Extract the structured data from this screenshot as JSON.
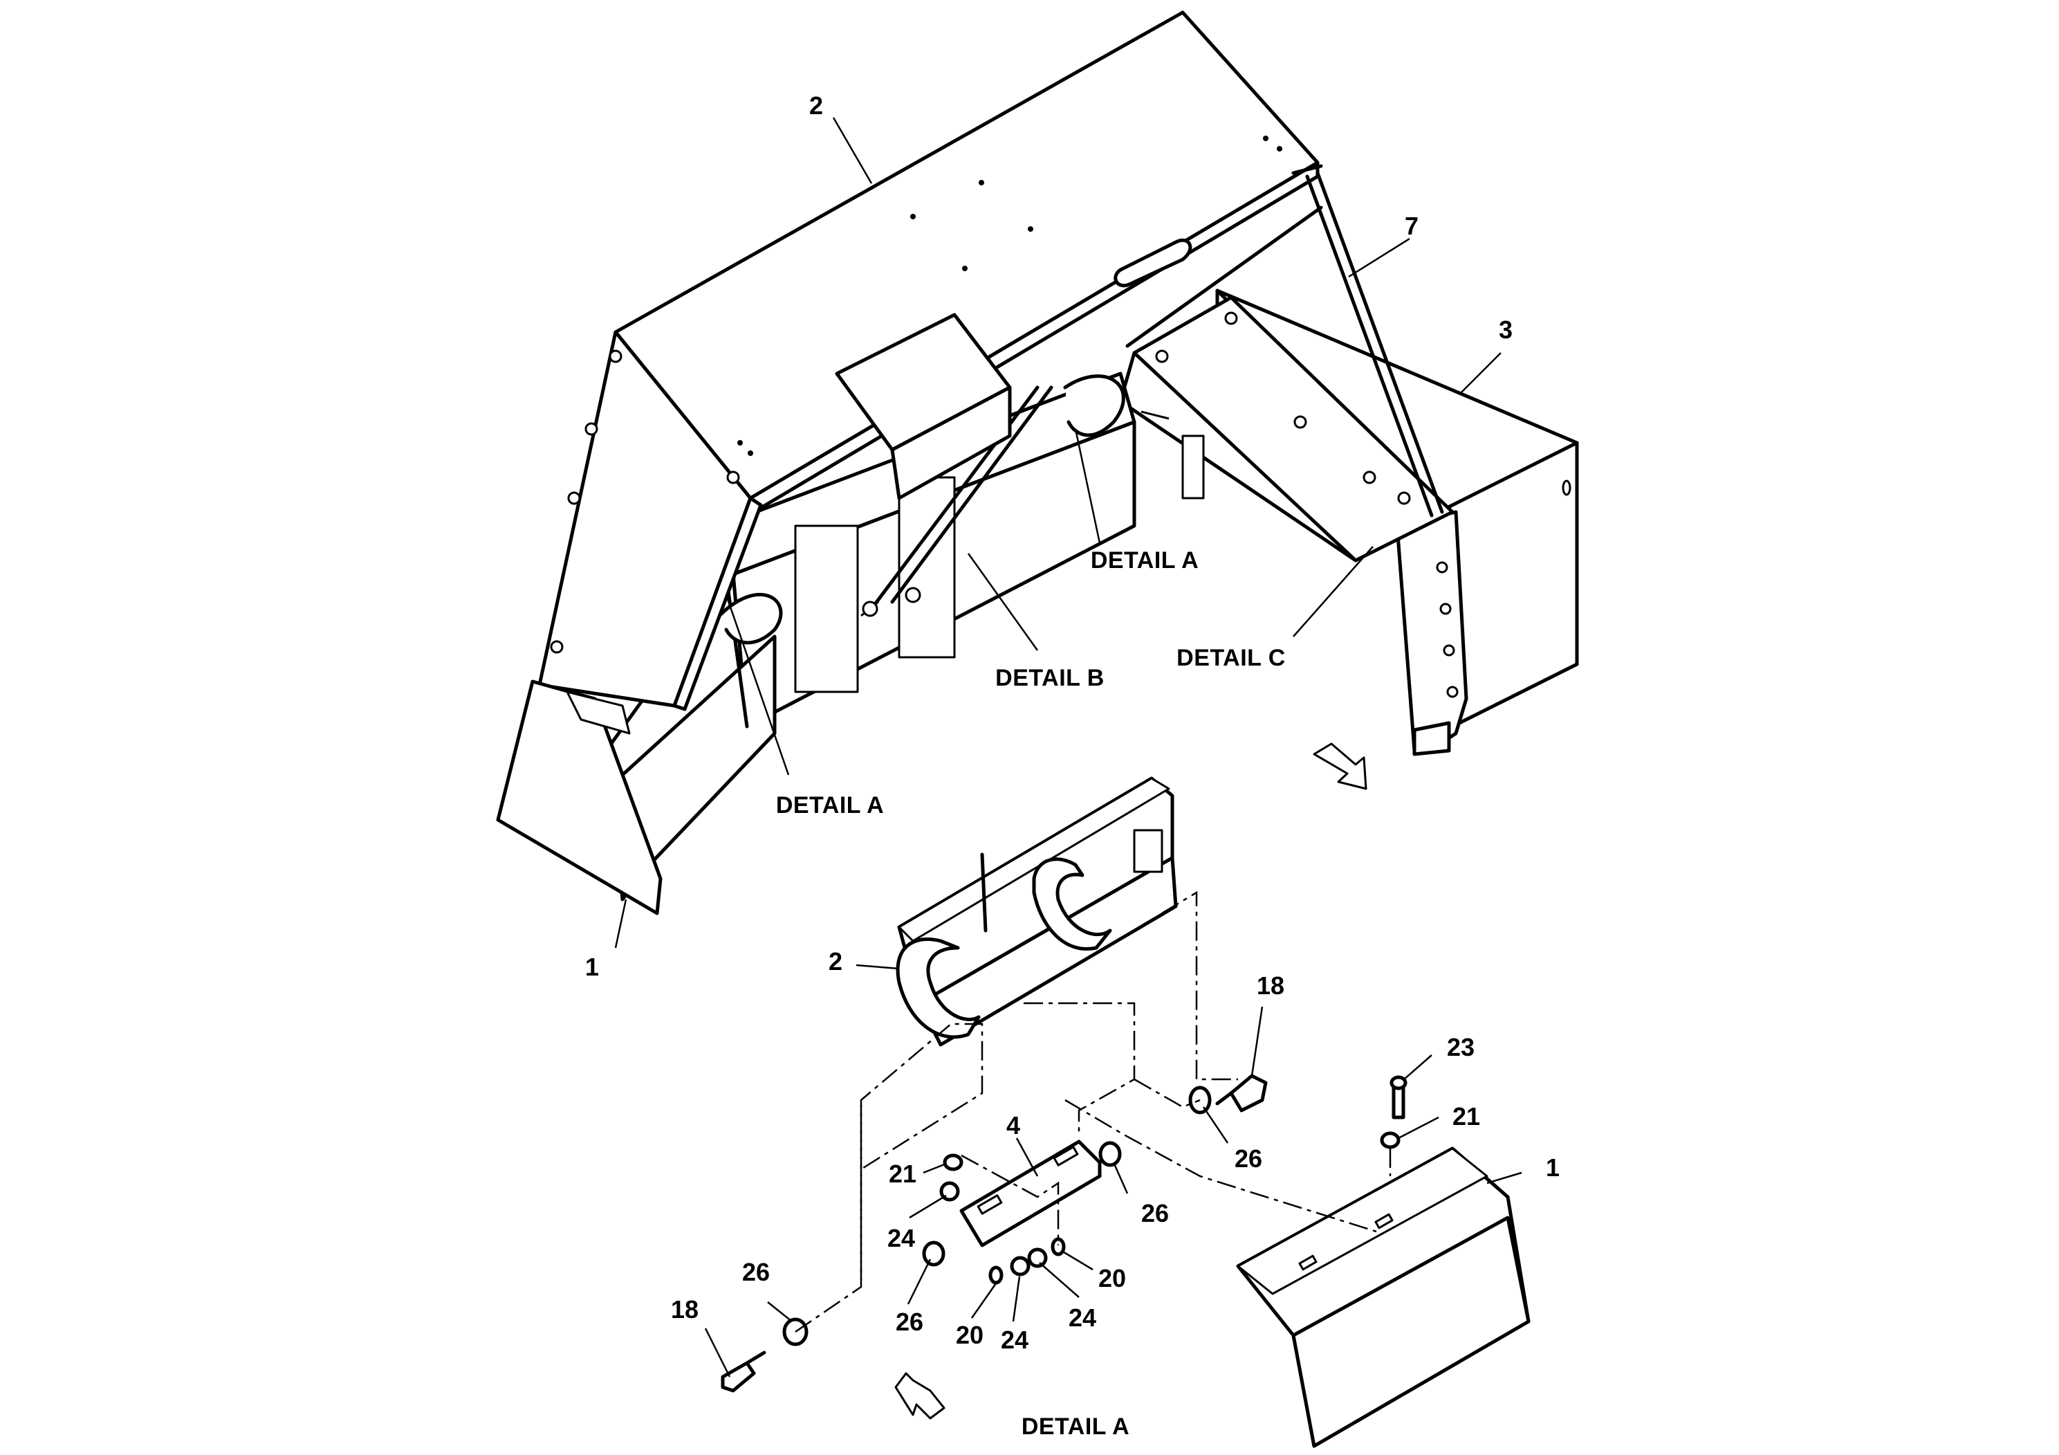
{
  "labels": {
    "top_2": "2",
    "top_7": "7",
    "top_3": "3",
    "top_1": "1",
    "detail_a_upper": "DETAIL A",
    "detail_b": "DETAIL B",
    "detail_c": "DETAIL C",
    "detail_a_lower": "DETAIL A",
    "d_2": "2",
    "d_18_right": "18",
    "d_23": "23",
    "d_21_right": "21",
    "d_26_right_a": "26",
    "d_1": "1",
    "d_4": "4",
    "d_21_left": "21",
    "d_26_mid": "26",
    "d_24_left": "24",
    "d_20_right": "20",
    "d_26_low": "26",
    "d_24_right": "24",
    "d_26_far": "26",
    "d_18_left": "18",
    "d_20_left": "20",
    "d_24_mid": "24",
    "caption": "DETAIL A"
  },
  "icons": {
    "orientation_arrow_upper": "direction-arrow-icon",
    "orientation_arrow_lower": "direction-arrow-icon"
  },
  "colors": {
    "line": "#000000",
    "background": "#ffffff"
  }
}
